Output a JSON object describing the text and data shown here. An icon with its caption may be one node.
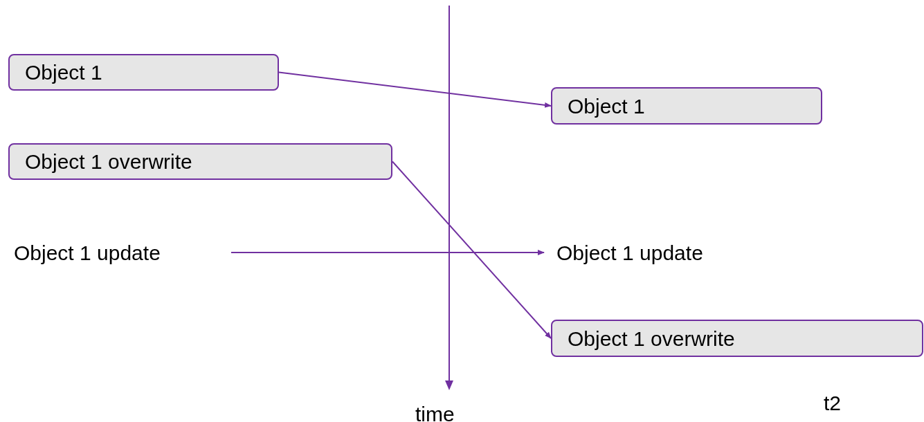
{
  "diagram": {
    "nodes": [
      {
        "text": [
          "Object 1"
        ]
      },
      {
        "text": [
          "Object 1"
        ]
      },
      {
        "text": [
          "Object 1 overwrite"
        ]
      },
      {
        "text": [
          "Object 1 update"
        ]
      },
      {
        "text": [
          "Object 1 update"
        ]
      },
      {
        "text": [
          "Object 1 overwrite"
        ]
      }
    ],
    "edges": [
      {
        "from": 0,
        "to": 1,
        "arrow": "to"
      },
      {
        "from": 2,
        "to": 5,
        "arrow": "to"
      },
      {
        "from": 3,
        "to": 4,
        "arrow": "to"
      }
    ],
    "labels": [
      "time",
      "t2"
    ]
  }
}
